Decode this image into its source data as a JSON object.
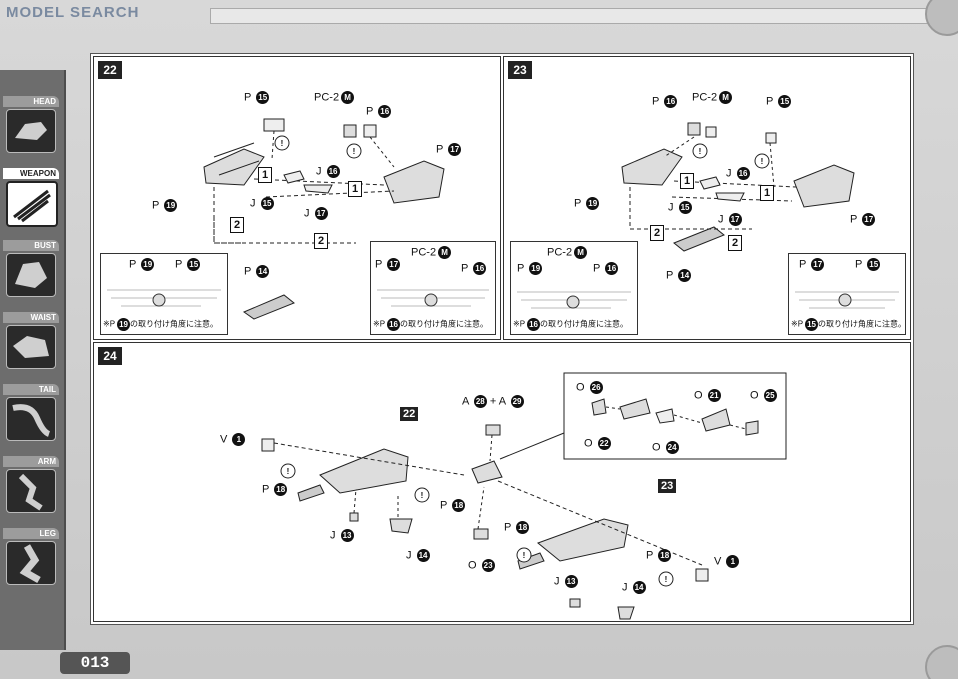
{
  "header": {
    "watermark": "MODEL SEARCH"
  },
  "sidebar": {
    "items": [
      {
        "label": "HEAD"
      },
      {
        "label": "WEAPON"
      },
      {
        "label": "BUST"
      },
      {
        "label": "WAIST"
      },
      {
        "label": "TAIL"
      },
      {
        "label": "ARM"
      },
      {
        "label": "LEG"
      }
    ]
  },
  "page_number": "013",
  "step22": {
    "number": "22",
    "labels": {
      "p15": "15",
      "pc2": "PC-2",
      "m": "M",
      "p16": "16",
      "p17": "17",
      "p19": "19",
      "j16": "16",
      "j15": "15",
      "j17": "17",
      "p14": "14",
      "one": "1",
      "two": "2"
    },
    "inset_left": {
      "note_before": "※P",
      "note_num": "19",
      "note_after": "の取り付け角度に注意。"
    },
    "inset_right": {
      "note_before": "※P",
      "note_num": "16",
      "note_after": "の取り付け角度に注意。"
    }
  },
  "step23": {
    "number": "23",
    "inset_left": {
      "note_before": "※P",
      "note_num": "16",
      "note_after": "の取り付け角度に注意。"
    },
    "inset_right": {
      "note_before": "※P",
      "note_num": "15",
      "note_after": "の取り付け角度に注意。"
    }
  },
  "step24": {
    "number": "24",
    "assembly_22": "22",
    "assembly_23": "23",
    "plus": "+",
    "labels": {
      "a28": "28",
      "a29": "29",
      "o26": "26",
      "o22": "22",
      "o21": "21",
      "o24": "24",
      "o25": "25",
      "v1": "1",
      "p18": "18",
      "j13": "13",
      "j14": "14",
      "o23": "23"
    }
  },
  "letters": {
    "P": "P",
    "J": "J",
    "V": "V",
    "O": "O",
    "A": "A"
  }
}
